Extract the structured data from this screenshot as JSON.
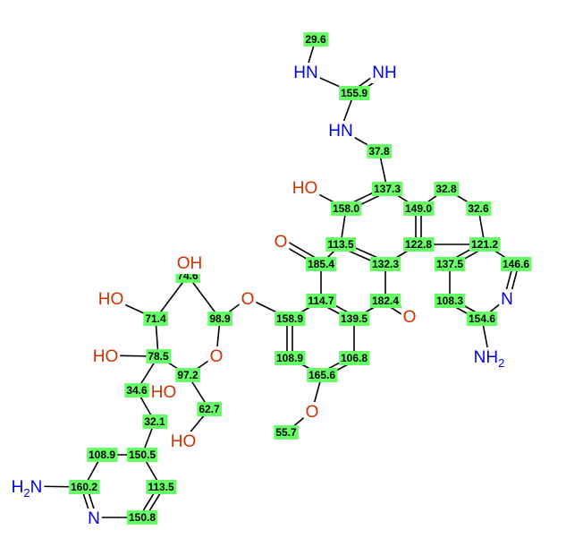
{
  "colors": {
    "bond": "#000000",
    "shift_box": "#66ff66",
    "oxygen": "#cc3300",
    "nitrogen": "#0000ee"
  },
  "atoms": [
    {
      "id": "oh_top_ring",
      "label": "HO",
      "element": "O"
    },
    {
      "id": "o_keto_upper",
      "label": "O",
      "element": "O"
    },
    {
      "id": "oh_sugar_top",
      "label": "OH",
      "element": "O"
    },
    {
      "id": "ho_sugar_left",
      "label": "HO",
      "element": "O"
    },
    {
      "id": "o_glycosidic",
      "label": "O",
      "element": "O"
    },
    {
      "id": "o_sugar_ring",
      "label": "O",
      "element": "O"
    },
    {
      "id": "o_keto_lower",
      "label": "O",
      "element": "O"
    },
    {
      "id": "ho_sugar_c3",
      "label": "HO",
      "element": "O"
    },
    {
      "id": "ho_sugar_c4",
      "label": "HO",
      "element": "O"
    },
    {
      "id": "ho_ch2",
      "label": "HO",
      "element": "O"
    },
    {
      "id": "o_methoxy",
      "label": "O",
      "element": "O"
    },
    {
      "id": "nh_methyl",
      "label": "HN",
      "element": "N"
    },
    {
      "id": "nh_imine",
      "label": "NH",
      "element": "N"
    },
    {
      "id": "nh_linker",
      "label": "HN",
      "element": "N"
    },
    {
      "id": "n_pyr_right",
      "label": "N",
      "element": "N"
    },
    {
      "id": "nh2_right_base",
      "label": "NH",
      "sub": "2",
      "element": "N"
    },
    {
      "id": "nh2_left_base",
      "label": "H",
      "sub": "2",
      "tail": "N",
      "element": "N"
    },
    {
      "id": "n_pyr_bottom",
      "label": "N",
      "element": "N"
    }
  ],
  "shifts": [
    {
      "id": "s_29_6",
      "text": "29.6"
    },
    {
      "id": "s_155_9",
      "text": "155.9"
    },
    {
      "id": "s_37_8",
      "text": "37.8"
    },
    {
      "id": "s_137_3",
      "text": "137.3"
    },
    {
      "id": "s_32_8",
      "text": "32.8"
    },
    {
      "id": "s_158_0",
      "text": "158.0"
    },
    {
      "id": "s_149_0",
      "text": "149.0"
    },
    {
      "id": "s_32_6",
      "text": "32.6"
    },
    {
      "id": "s_113_5a",
      "text": "113.5"
    },
    {
      "id": "s_122_8",
      "text": "122.8"
    },
    {
      "id": "s_121_2",
      "text": "121.2"
    },
    {
      "id": "s_185_4",
      "text": "185.4"
    },
    {
      "id": "s_132_3",
      "text": "132.3"
    },
    {
      "id": "s_137_5",
      "text": "137.5"
    },
    {
      "id": "s_146_6",
      "text": "146.6"
    },
    {
      "id": "s_74_6",
      "text": "74.6"
    },
    {
      "id": "s_114_7",
      "text": "114.7"
    },
    {
      "id": "s_182_4",
      "text": "182.4"
    },
    {
      "id": "s_71_4",
      "text": "71.4"
    },
    {
      "id": "s_98_9",
      "text": "98.9"
    },
    {
      "id": "s_158_9",
      "text": "158.9"
    },
    {
      "id": "s_139_5",
      "text": "139.5"
    },
    {
      "id": "s_108_3",
      "text": "108.3"
    },
    {
      "id": "s_154_6",
      "text": "154.6"
    },
    {
      "id": "s_78_5",
      "text": "78.5"
    },
    {
      "id": "s_108_9a",
      "text": "108.9"
    },
    {
      "id": "s_106_8",
      "text": "106.8"
    },
    {
      "id": "s_97_2",
      "text": "97.2"
    },
    {
      "id": "s_34_6",
      "text": "34.6"
    },
    {
      "id": "s_165_6",
      "text": "165.6"
    },
    {
      "id": "s_62_7",
      "text": "62.7"
    },
    {
      "id": "s_32_1",
      "text": "32.1"
    },
    {
      "id": "s_55_7",
      "text": "55.7"
    },
    {
      "id": "s_108_9b",
      "text": "108.9"
    },
    {
      "id": "s_150_5",
      "text": "150.5"
    },
    {
      "id": "s_160_2",
      "text": "160.2"
    },
    {
      "id": "s_113_5b",
      "text": "113.5"
    },
    {
      "id": "s_150_8",
      "text": "150.8"
    }
  ]
}
